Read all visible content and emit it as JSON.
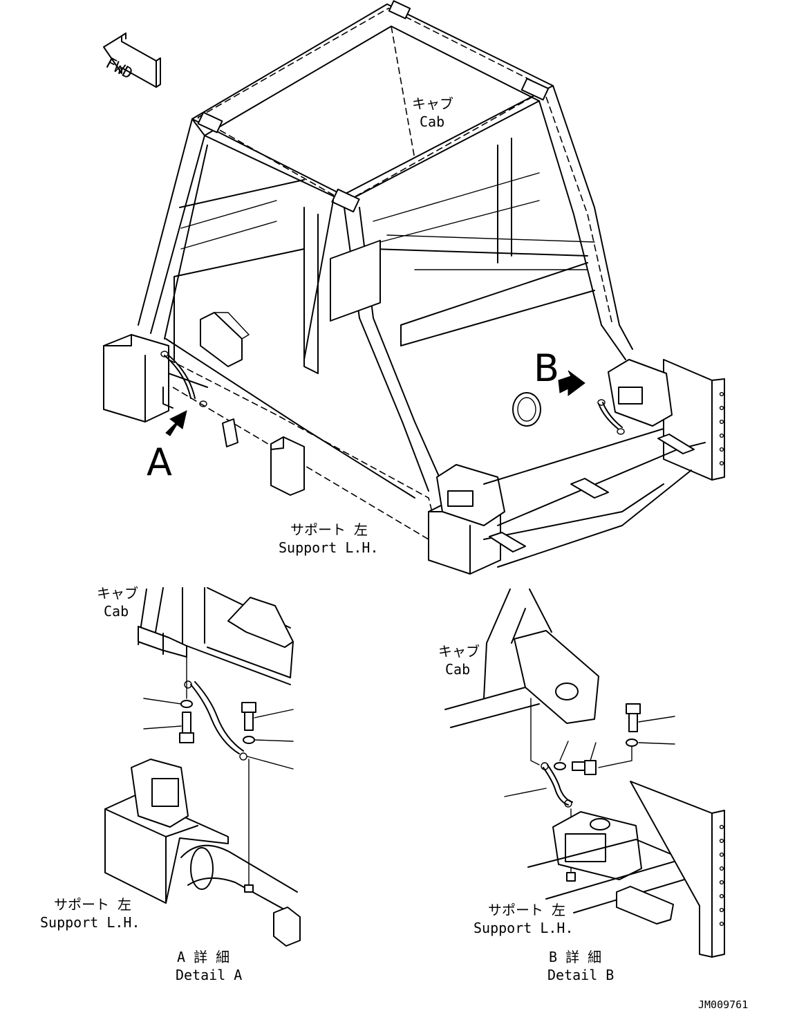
{
  "labels": {
    "fwd": "FWD",
    "cab_main_jp": "キャブ",
    "cab_main_en": "Cab",
    "support_main_jp": "サポート 左",
    "support_main_en": "Support L.H.",
    "marker_a": "A",
    "marker_b": "B",
    "detail_a": {
      "cab_jp": "キャブ",
      "cab_en": "Cab",
      "support_jp": "サポート 左",
      "support_en": "Support L.H.",
      "title_jp": "A 詳 細",
      "title_en": "Detail A"
    },
    "detail_b": {
      "cab_jp": "キャブ",
      "cab_en": "Cab",
      "support_jp": "サポート 左",
      "support_en": "Support L.H.",
      "title_jp": "B 詳 細",
      "title_en": "Detail B"
    },
    "drawing_code": "JM009761"
  }
}
